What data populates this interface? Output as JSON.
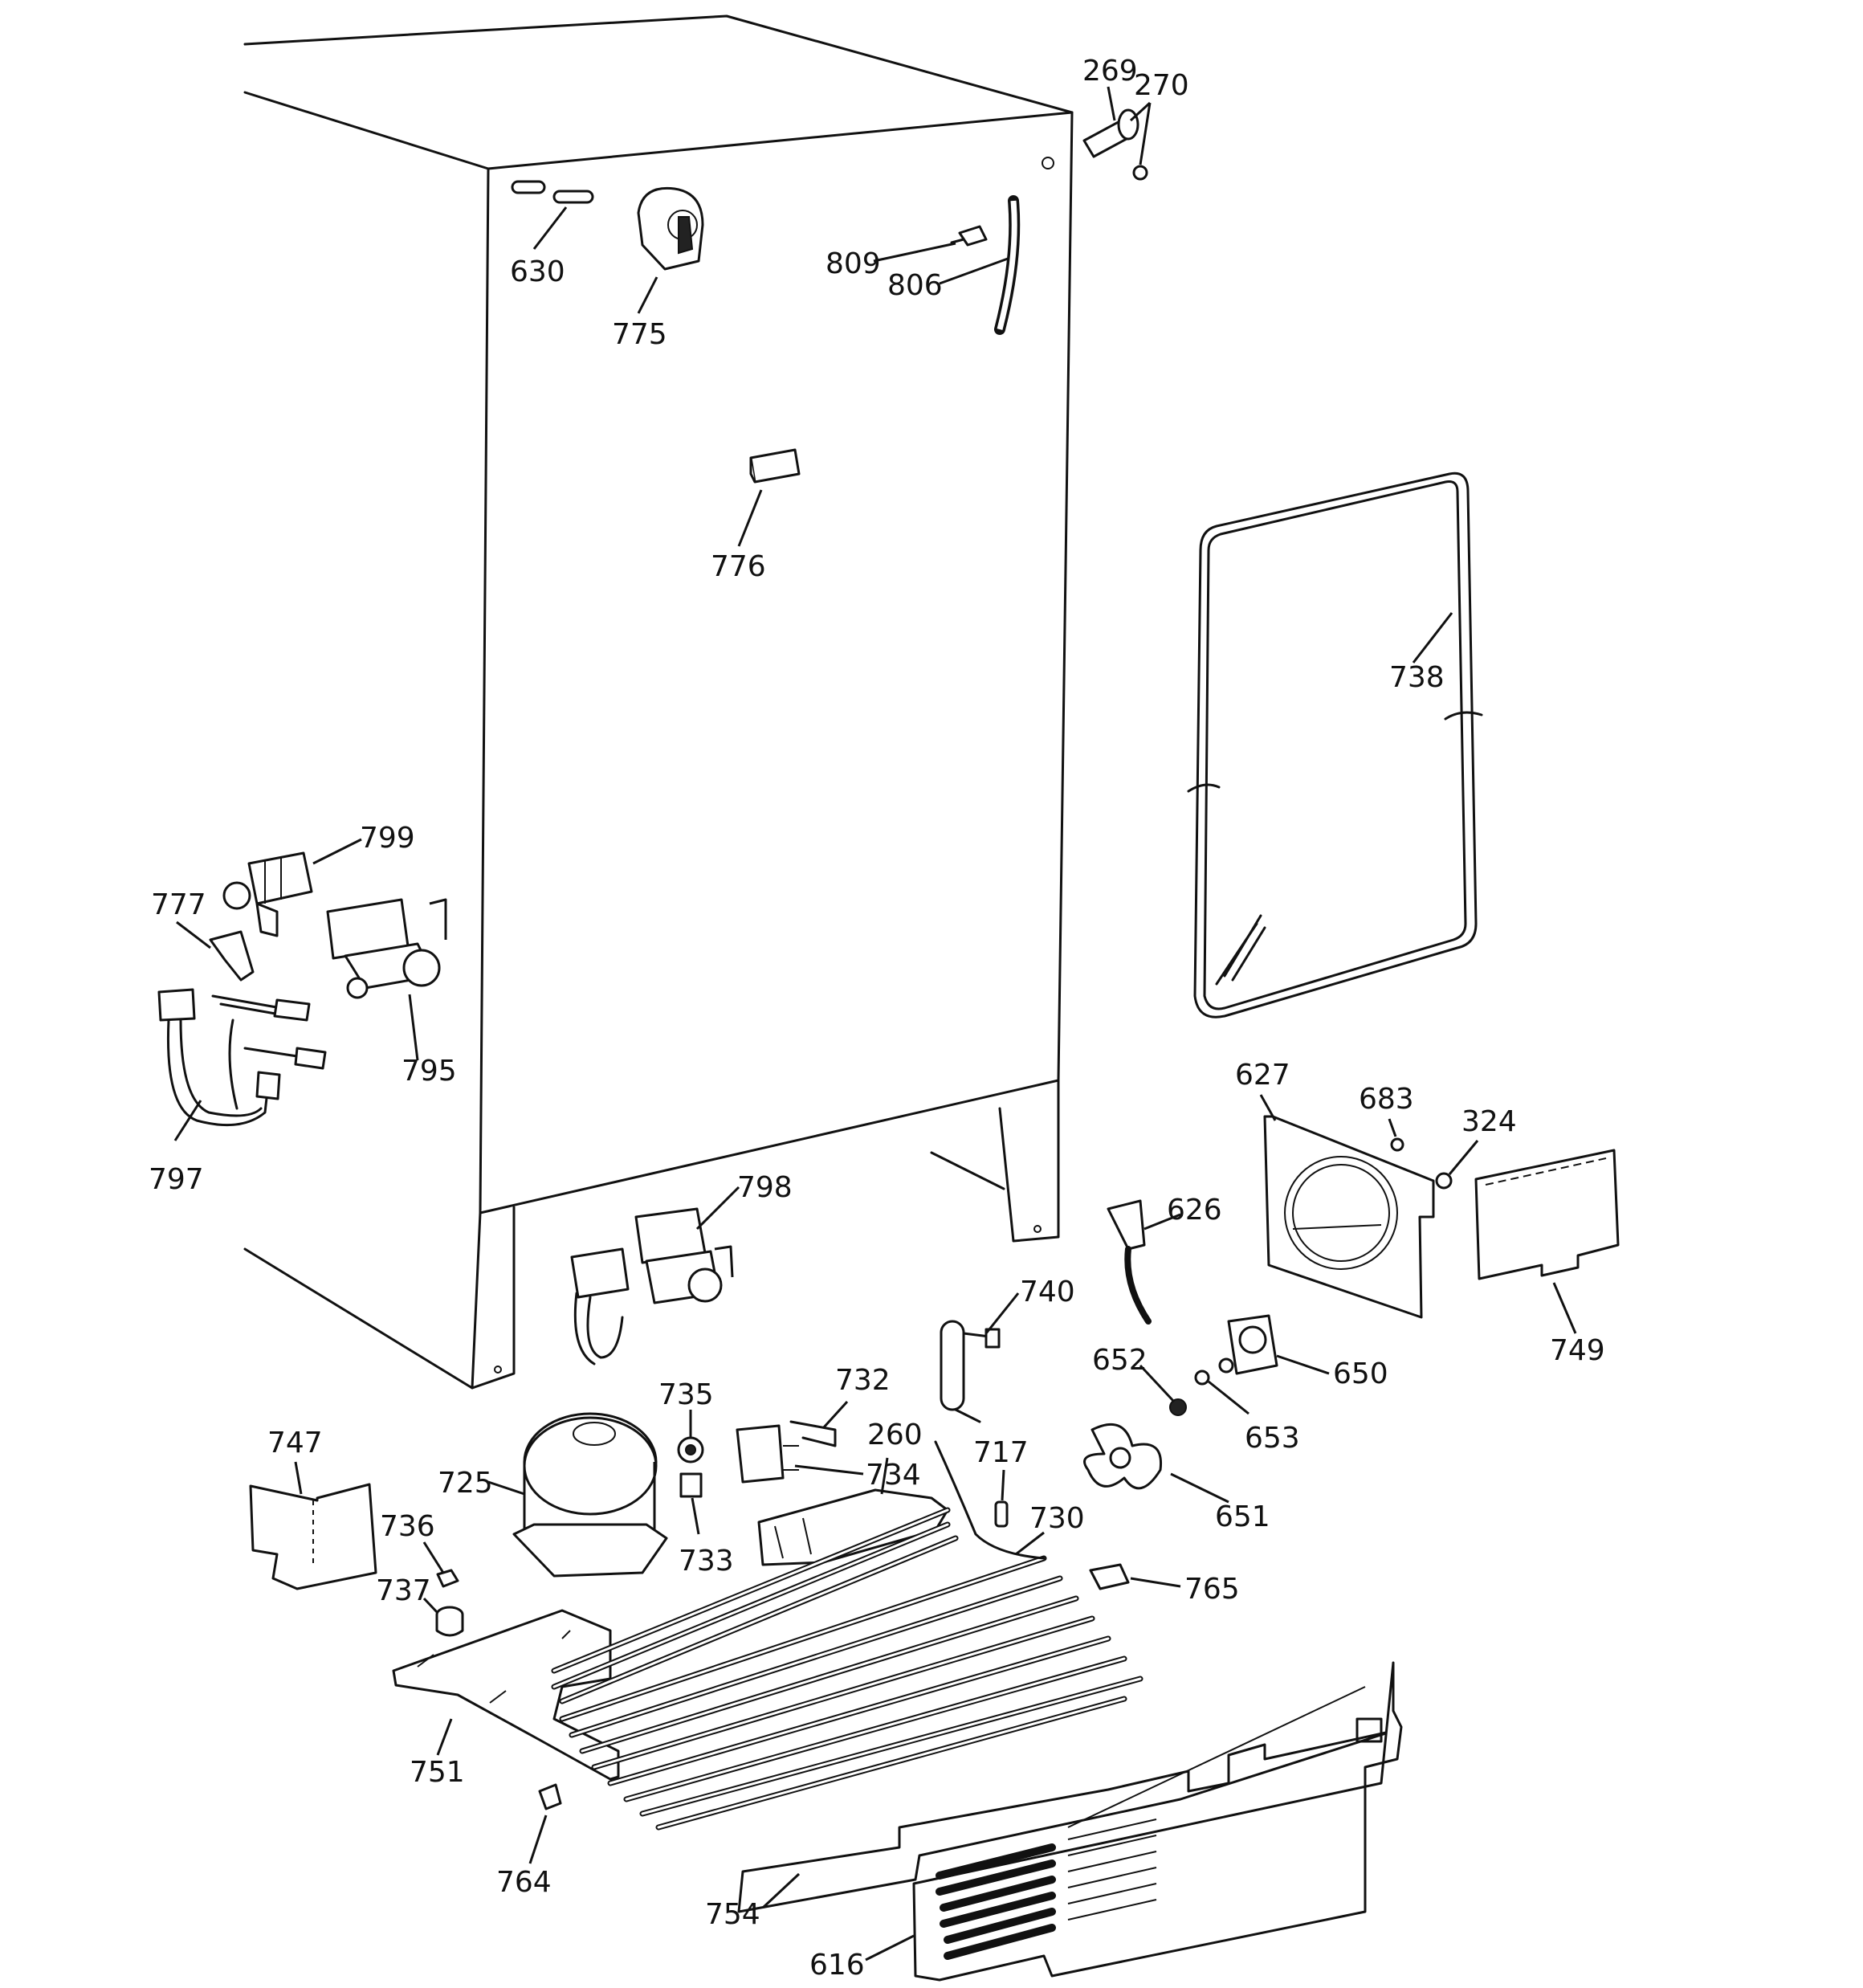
{
  "labels": {
    "p269": "269",
    "p270": "270",
    "p630": "630",
    "p775": "775",
    "p809": "809",
    "p806": "806",
    "p776": "776",
    "p738": "738",
    "p799": "799",
    "p777": "777",
    "p795": "795",
    "p797": "797",
    "p798": "798",
    "p627": "627",
    "p683": "683",
    "p324": "324",
    "p626": "626",
    "p740": "740",
    "p749": "749",
    "p652": "652",
    "p650": "650",
    "p653": "653",
    "p735": "735",
    "p732": "732",
    "p260": "260",
    "p717": "717",
    "p747": "747",
    "p725": "725",
    "p734": "734",
    "p730": "730",
    "p651": "651",
    "p736": "736",
    "p733": "733",
    "p765": "765",
    "p737": "737",
    "p751": "751",
    "p764": "764",
    "p754": "754",
    "p616": "616"
  }
}
